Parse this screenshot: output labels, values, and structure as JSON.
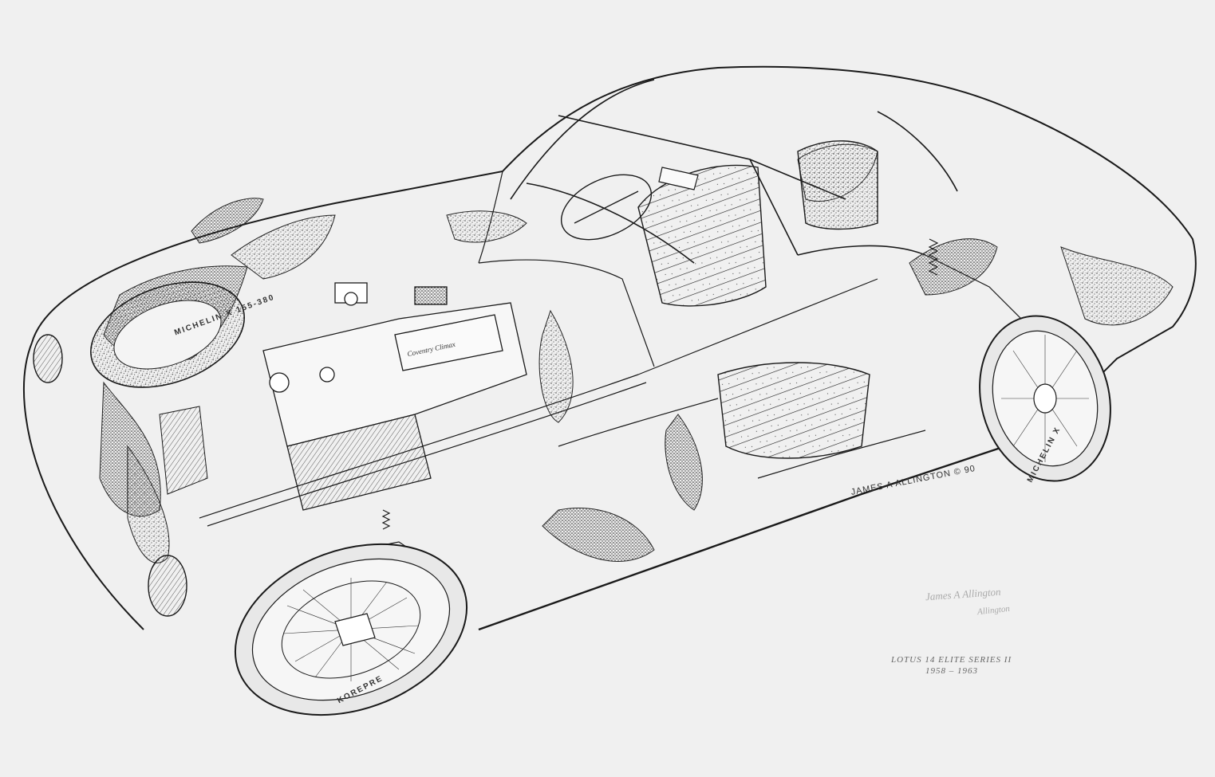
{
  "artwork": {
    "subject": "Cutaway drawing of a sports coupe",
    "caption": {
      "title": "LOTUS 14 ELITE SERIES II",
      "years": "1958 – 1963"
    },
    "credit": "JAMES A ALLINGTON © 90",
    "signature": {
      "line1": "James A Allington",
      "line2": "Allington"
    },
    "tyre_markings": {
      "front_spare": "MICHELIN X 155-380",
      "rear": "MICHELIN X",
      "front_lower": "KOREPRE"
    },
    "engine_plate": "Coventry Climax",
    "colors": {
      "background": "#f0f0f0",
      "ink": "#1a1a1a",
      "stipple": "#3a3a3a"
    }
  }
}
